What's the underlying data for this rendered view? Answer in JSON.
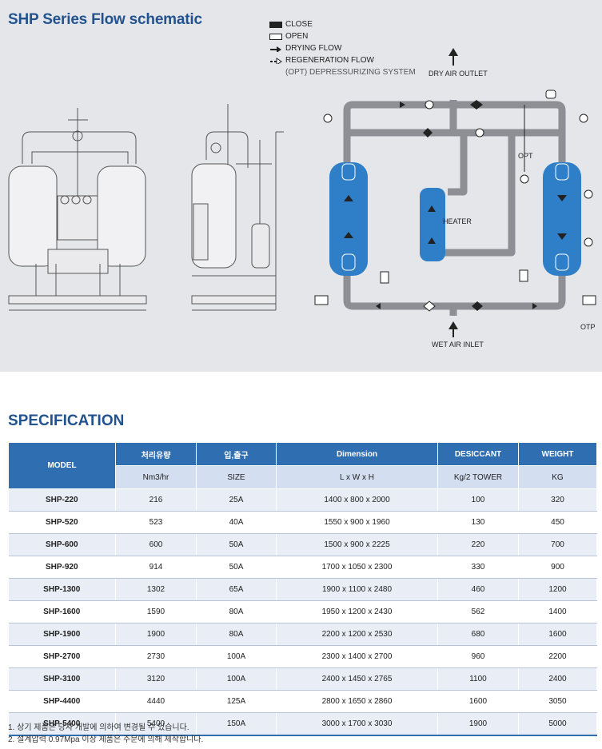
{
  "schematic": {
    "title": "SHP Series Flow schematic",
    "legend": {
      "close": "CLOSE",
      "open": "OPEN",
      "drying_flow": "DRYING FLOW",
      "regeneration_flow": "REGENERATION FLOW",
      "optional": "(OPT) DEPRESSURIZING SYSTEM"
    },
    "labels": {
      "dry_air_outlet": "DRY AIR OUTLET",
      "wet_air_inlet": "WET AIR INLET",
      "heater": "HEATER",
      "opt_top": "OPT",
      "opt_bottom": "OTP"
    },
    "colors": {
      "tower": "#2e7ec8",
      "pipe": "#8d8f94",
      "title": "#23538f"
    }
  },
  "spec": {
    "title": "SPECIFICATION",
    "headers": {
      "model": "MODEL",
      "flow": "처리유량",
      "flow_unit": "Nm3/hr",
      "port": "입,출구",
      "port_unit": "SIZE",
      "dimension": "Dimension",
      "dimension_unit": "L x W x H",
      "desiccant": "DESICCANT",
      "desiccant_unit": "Kg/2 TOWER",
      "weight": "WEIGHT",
      "weight_unit": "KG"
    },
    "rows": [
      {
        "model": "SHP-220",
        "flow": "216",
        "size": "25A",
        "dim": "1400 x 800 x 2000",
        "desiccant": "100",
        "weight": "320"
      },
      {
        "model": "SHP-520",
        "flow": "523",
        "size": "40A",
        "dim": "1550 x 900 x 1960",
        "desiccant": "130",
        "weight": "450"
      },
      {
        "model": "SHP-600",
        "flow": "600",
        "size": "50A",
        "dim": "1500 x 900 x 2225",
        "desiccant": "220",
        "weight": "700"
      },
      {
        "model": "SHP-920",
        "flow": "914",
        "size": "50A",
        "dim": "1700 x 1050 x 2300",
        "desiccant": "330",
        "weight": "900"
      },
      {
        "model": "SHP-1300",
        "flow": "1302",
        "size": "65A",
        "dim": "1900 x 1100 x 2480",
        "desiccant": "460",
        "weight": "1200"
      },
      {
        "model": "SHP-1600",
        "flow": "1590",
        "size": "80A",
        "dim": "1950 x 1200 x 2430",
        "desiccant": "562",
        "weight": "1400"
      },
      {
        "model": "SHP-1900",
        "flow": "1900",
        "size": "80A",
        "dim": "2200 x 1200 x 2530",
        "desiccant": "680",
        "weight": "1600"
      },
      {
        "model": "SHP-2700",
        "flow": "2730",
        "size": "100A",
        "dim": "2300 x 1400 x 2700",
        "desiccant": "960",
        "weight": "2200"
      },
      {
        "model": "SHP-3100",
        "flow": "3120",
        "size": "100A",
        "dim": "2400 x 1450 x 2765",
        "desiccant": "1100",
        "weight": "2400"
      },
      {
        "model": "SHP-4400",
        "flow": "4440",
        "size": "125A",
        "dim": "2800 x 1650 x 2860",
        "desiccant": "1600",
        "weight": "3050"
      },
      {
        "model": "SHP-5400",
        "flow": "5400",
        "size": "150A",
        "dim": "3000 x 1700 x 3030",
        "desiccant": "1900",
        "weight": "5000"
      }
    ],
    "notes": [
      "1. 상기 제품은 당사 개발에 의하여 변경될 수 있습니다.",
      "2. 설계압력 0.97Mpa 이상 제품은 주문에 의해 제작합니다."
    ]
  }
}
